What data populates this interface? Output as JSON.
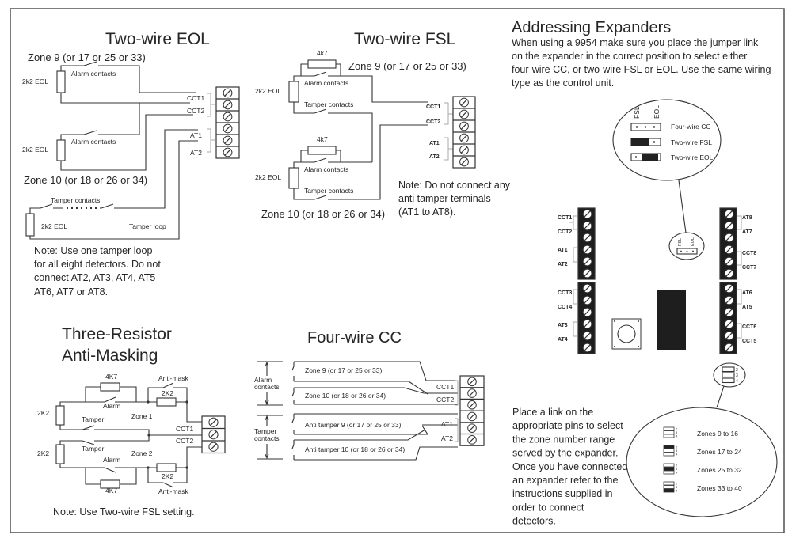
{
  "eol": {
    "title": "Two-wire EOL",
    "zone9": "Zone 9 (or 17 or 25 or 33)",
    "zone10": "Zone 10 (or 18 or 26 or 34)",
    "eol_resistor": "2k2 EOL",
    "alarm_contacts": "Alarm contacts",
    "tamper_contacts": "Tamper contacts",
    "tamper_loop": "Tamper loop",
    "cct1": "CCT1",
    "cct2": "CCT2",
    "at1": "AT1",
    "at2": "AT2",
    "note": [
      "Note: Use one tamper loop",
      "for all eight detectors. Do not",
      "connect AT2, AT3, AT4, AT5",
      "AT6, AT7 or AT8."
    ]
  },
  "fsl": {
    "title": "Two-wire FSL",
    "zone9": "Zone 9 (or 17 or 25 or 33)",
    "zone10": "Zone 10 (or 18 or 26 or 34)",
    "resistor_4k7": "4k7",
    "eol_resistor": "2k2 EOL",
    "alarm_contacts": "Alarm contacts",
    "tamper_contacts": "Tamper contacts",
    "cct1": "CCT1",
    "cct2": "CCT2",
    "at1": "AT1",
    "at2": "AT2",
    "note": [
      "Note: Do not connect any",
      "anti tamper terminals",
      "(AT1 to  AT8)."
    ]
  },
  "addressing": {
    "title": "Addressing Expanders",
    "intro": [
      "When using a 9954 make sure you place the jumper link",
      "on the expander in the correct position to select either",
      "four-wire CC, or two-wire FSL or EOL. Use the same wiring",
      "type as the control unit."
    ],
    "jumper_fsl": "FSL",
    "jumper_eol": "EOL",
    "modes": [
      "Four-wire CC",
      "Two-wire FSL",
      "Two-wire EOL"
    ],
    "left_terminals": [
      "CCT1",
      "CCT2",
      "AT1",
      "AT2",
      "CCT3",
      "CCT4",
      "AT3",
      "AT4"
    ],
    "right_terminals": [
      "AT8",
      "AT7",
      "CCT8",
      "CCT7",
      "AT6",
      "AT5",
      "CCT6",
      "CCT5"
    ],
    "pin_numbers": [
      "2",
      "3",
      "4"
    ],
    "zone_ranges": [
      "Zones 9 to 16",
      "Zones 17 to 24",
      "Zones 25 to 32",
      "Zones 33 to 40"
    ],
    "link_note": [
      "Place a link on the",
      "appropriate pins to select",
      "the zone number range",
      "served by the expander.",
      "Once you have connected",
      "an expander refer to the",
      "instructions supplied in",
      "order to connect",
      "detectors."
    ]
  },
  "antimask": {
    "title": [
      "Three-Resistor",
      "Anti-Masking"
    ],
    "resistor_4k7": "4K7",
    "resistor_2k2": "2K2",
    "anti_mask": "Anti-mask",
    "alarm": "Alarm",
    "tamper": "Tamper",
    "zone1": "Zone 1",
    "zone2": "Zone 2",
    "cct1": "CCT1",
    "cct2": "CCT2",
    "note": "Note: Use Two-wire FSL setting."
  },
  "fourwire": {
    "title": "Four-wire CC",
    "alarm_contacts": [
      "Alarm",
      "contacts"
    ],
    "tamper_contacts": [
      "Tamper",
      "contacts"
    ],
    "loops": [
      "Zone 9 (or 17 or 25 or 33)",
      "Zone 10 (or 18 or 26 or 34)",
      "Anti tamper 9 (or 17 or 25 or 33)",
      "Anti tamper 10 (or 18 or 26 or 34)"
    ],
    "cct1": "CCT1",
    "cct2": "CCT2",
    "at1": "AT1",
    "at2": "AT2"
  }
}
